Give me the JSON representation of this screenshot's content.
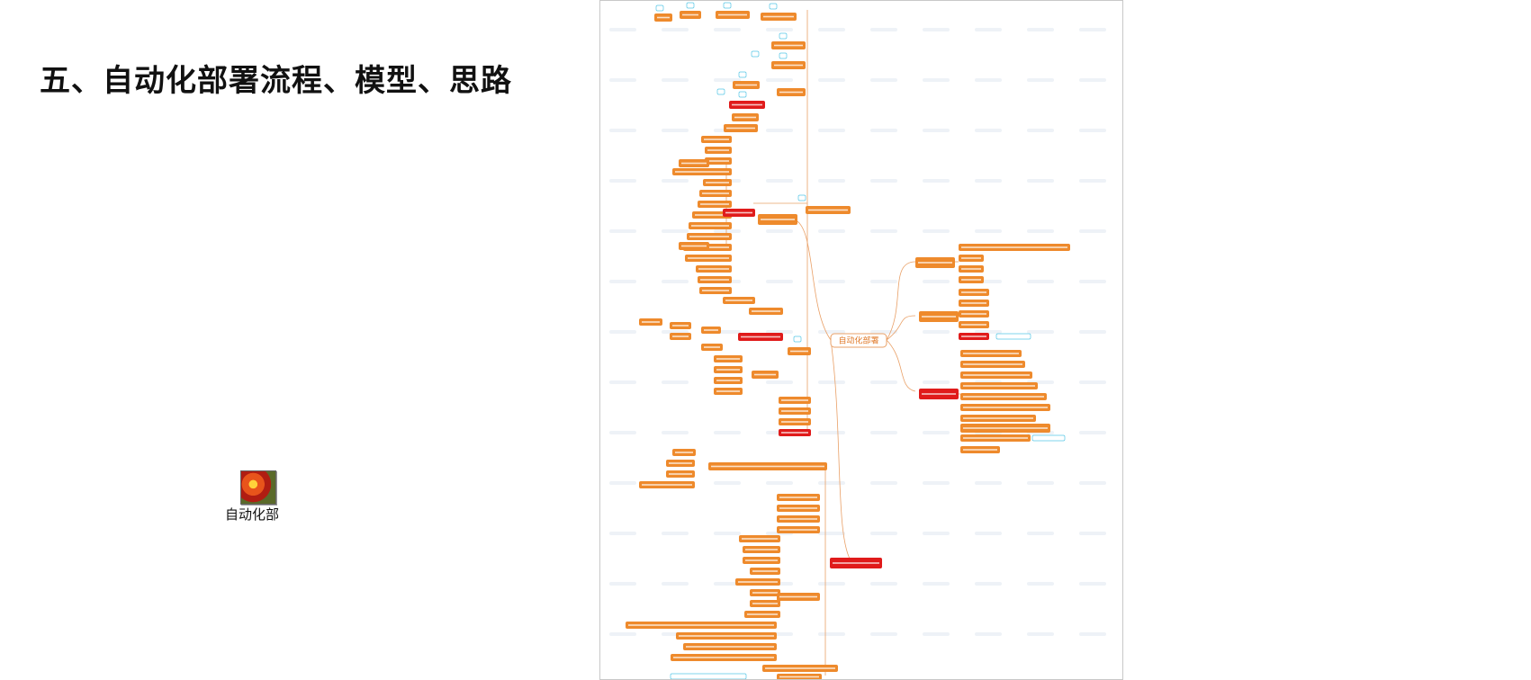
{
  "slide": {
    "title": "五、自动化部署流程、模型、思路"
  },
  "embedded_object": {
    "label": "自动化部",
    "icon": "image-thumbnail-icon"
  },
  "mindmap": {
    "central_topic": "自动化部署",
    "colors": {
      "node_orange": "#ee8a2c",
      "node_red": "#e01b1b",
      "line": "#e9a067",
      "badge_blue": "#55c6e6",
      "center_border": "#e9a067"
    }
  }
}
